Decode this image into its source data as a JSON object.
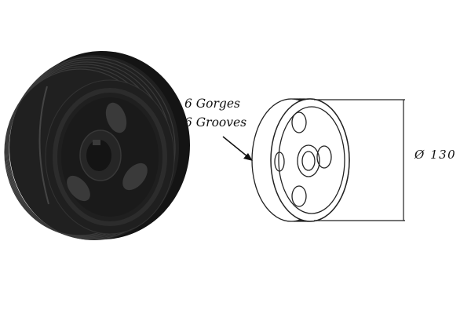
{
  "annotation": {
    "grooves_fr": "6 Gorges",
    "grooves_en": "6 Grooves",
    "diameter": "Ø 130"
  },
  "colors": {
    "pulley_dark": "#1c1c1c",
    "pulley_mid": "#2a2a2a",
    "drawing_line": "#222222"
  },
  "product": {
    "groove_count": 6,
    "diameter_mm": 130
  }
}
